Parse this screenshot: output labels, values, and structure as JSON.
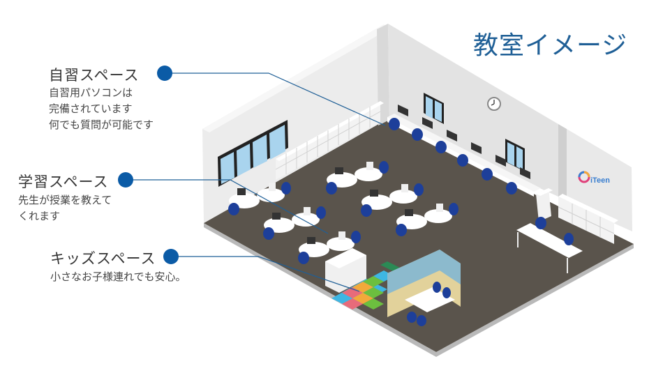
{
  "title": "教室イメージ",
  "callouts": [
    {
      "id": "self-study",
      "title": "自習スペース",
      "lines": [
        "自習用パソコンは",
        "完備されています",
        "何でも質問が可能です"
      ]
    },
    {
      "id": "study",
      "title": "学習スペース",
      "lines": [
        "先生が授業を教えて",
        "くれます"
      ]
    },
    {
      "id": "kids",
      "title": "キッズスペース",
      "lines": [
        "小さなお子様連れでも安心。"
      ]
    }
  ],
  "logo": {
    "text": "iTeen"
  },
  "colors": {
    "accent": "#0b5ba6",
    "title": "#1f5f96",
    "floor": "#5a544c",
    "wall": "#e6e6e6",
    "chair": "#1d3f9a",
    "tiles": [
      "#f2a93b",
      "#6cbf3f",
      "#3eb6e3",
      "#e86b7a"
    ]
  }
}
